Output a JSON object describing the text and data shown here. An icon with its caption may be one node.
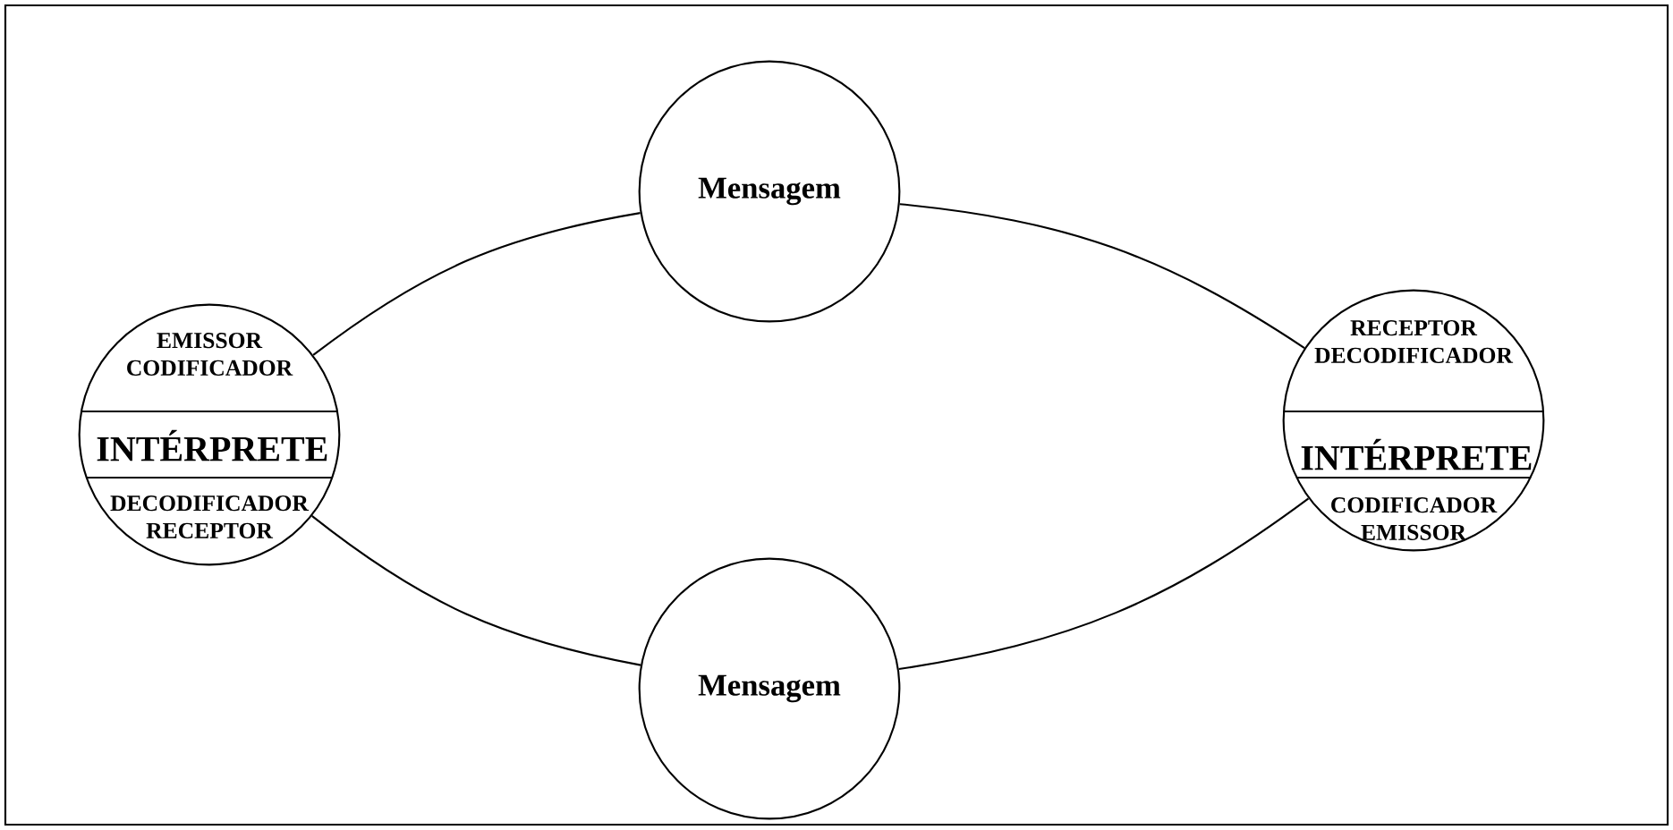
{
  "diagram": {
    "nodes": [
      {
        "text": [
          "Mensagem"
        ]
      },
      {
        "text": [
          "EMISSOR CODIFICADOR",
          "INTÉRPRETE",
          "DECODIFICADOR RECEPTOR"
        ]
      },
      {
        "text": [
          "RECEPTOR DECODIFICADOR",
          "INTÉRPRETE",
          "CODIFICADOR EMISSOR"
        ]
      },
      {
        "text": [
          "Mensagem"
        ]
      }
    ],
    "edges": [
      {
        "from": 1,
        "to": 0,
        "arrow": "none"
      },
      {
        "from": 0,
        "to": 2,
        "arrow": "none"
      },
      {
        "from": 2,
        "to": 3,
        "arrow": "none"
      },
      {
        "from": 3,
        "to": 1,
        "arrow": "none"
      }
    ]
  }
}
